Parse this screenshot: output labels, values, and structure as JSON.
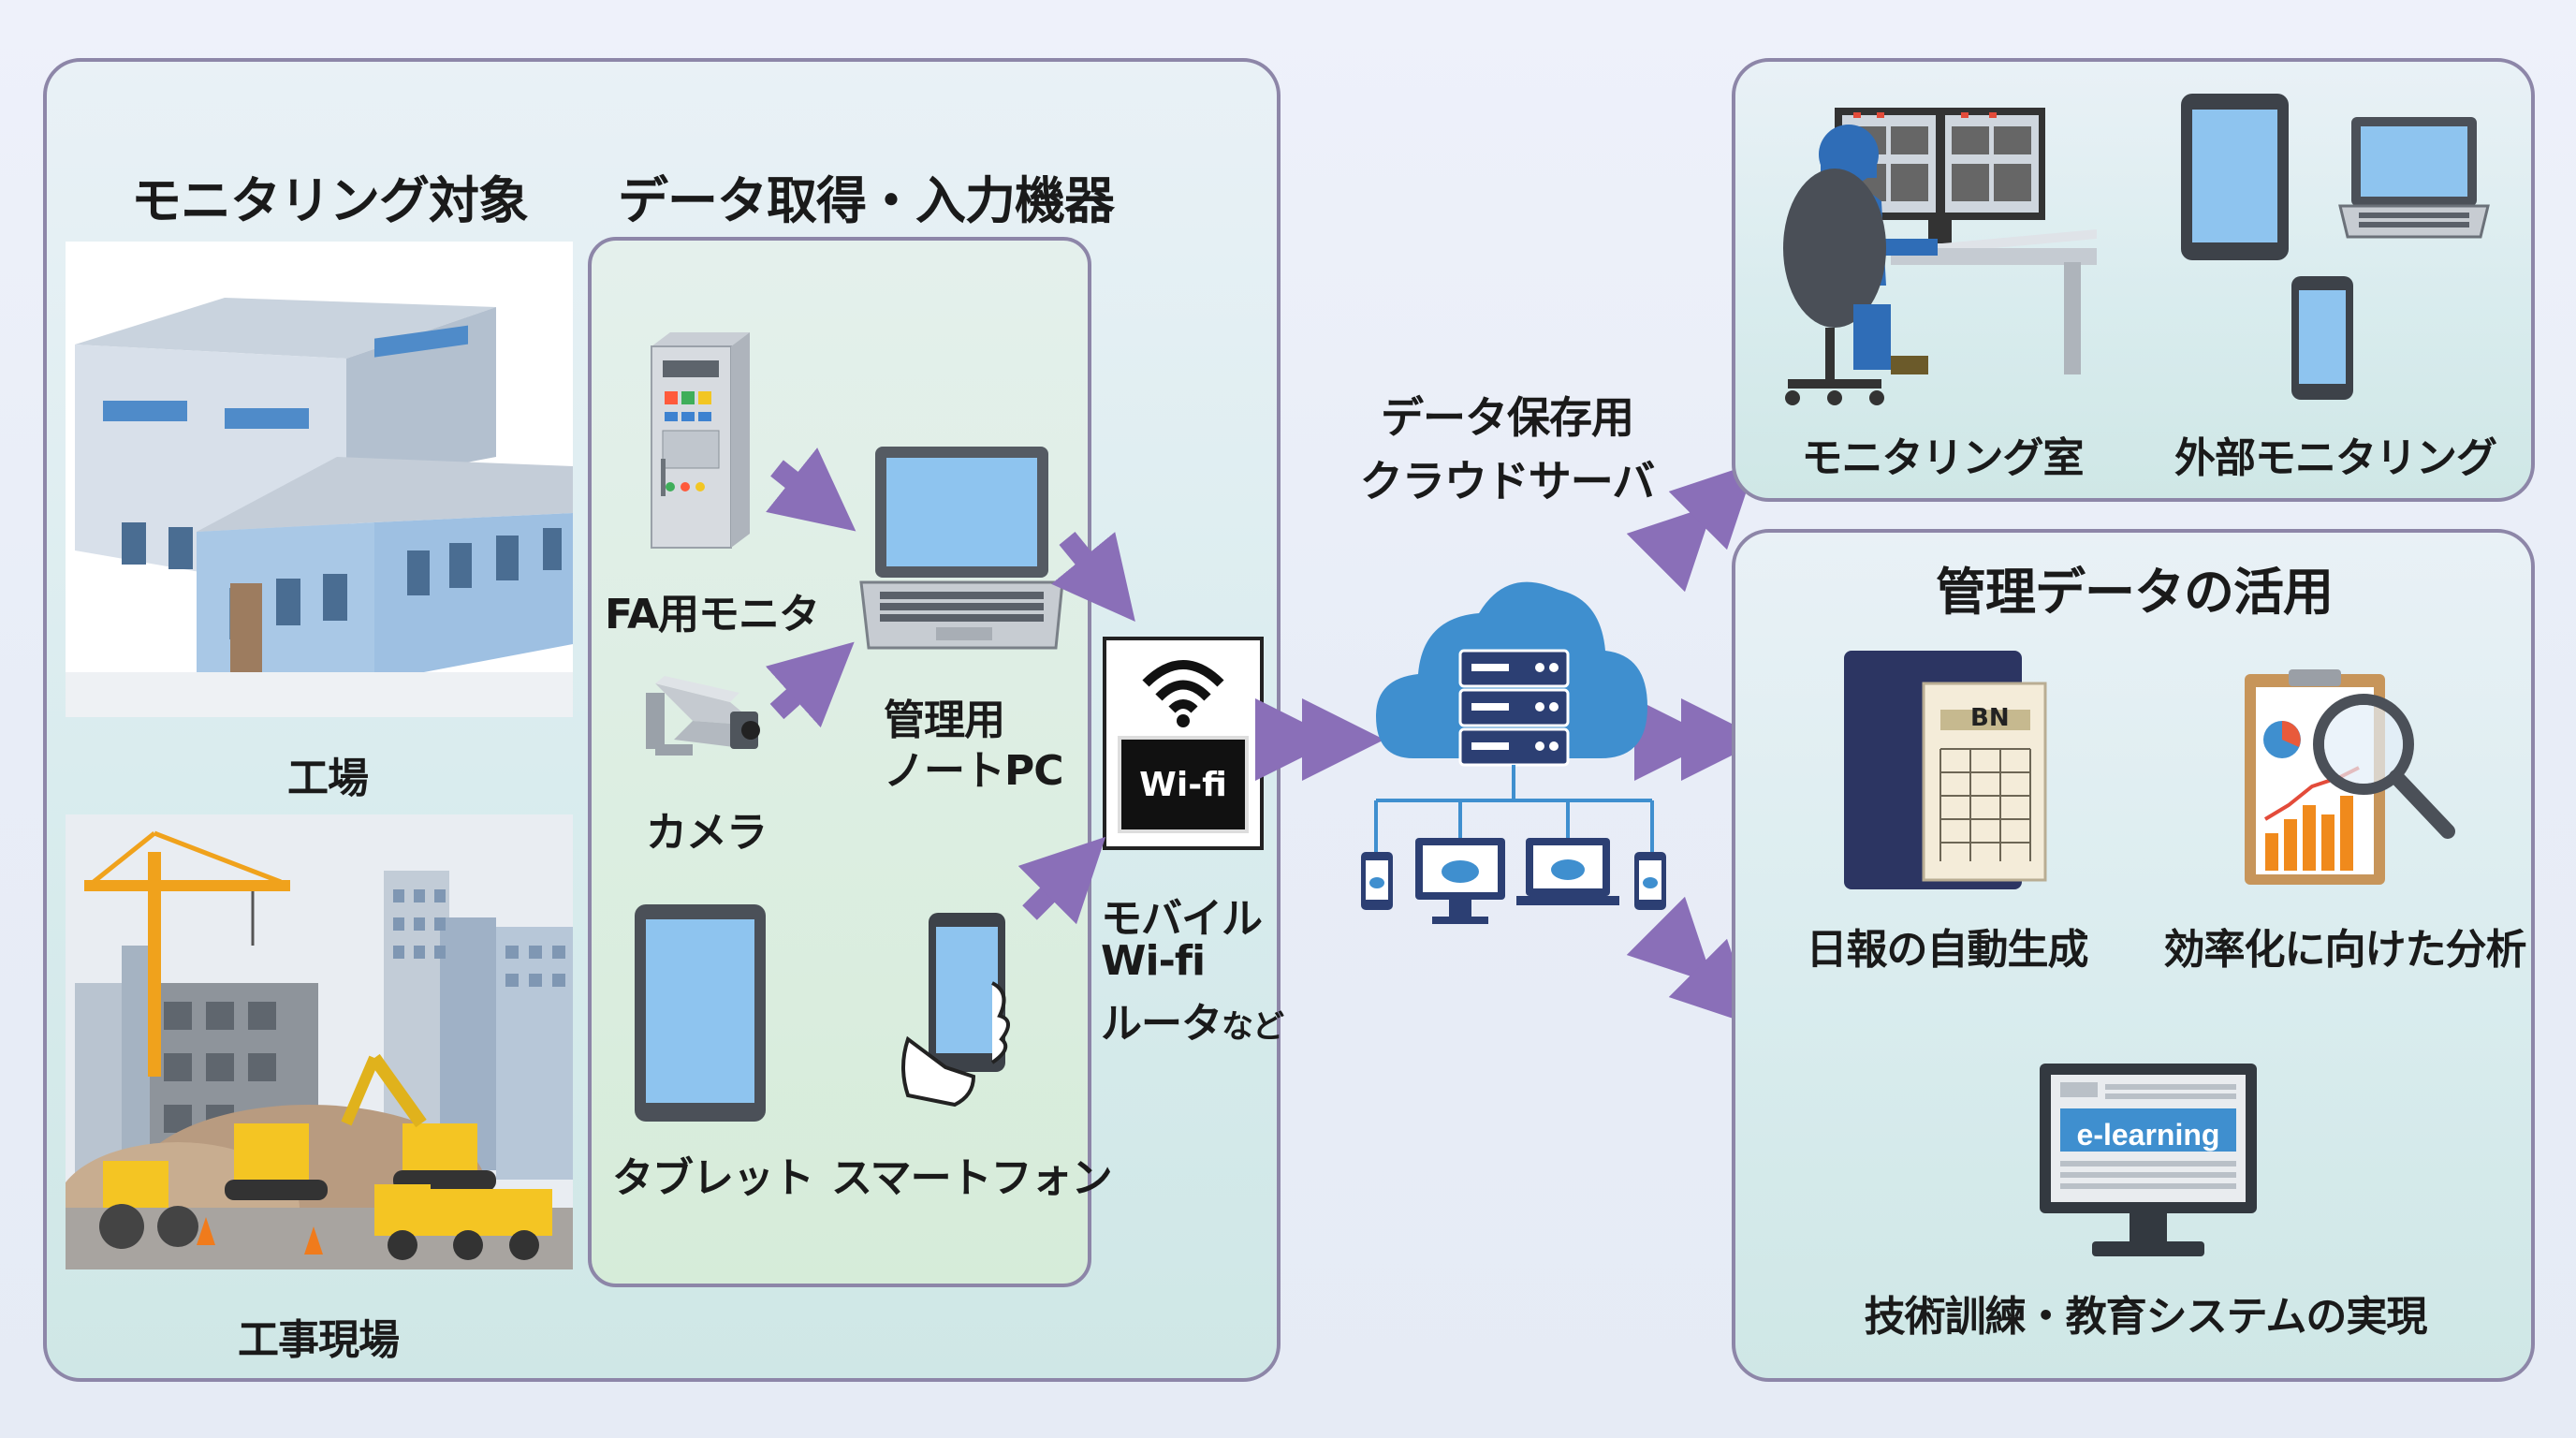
{
  "left_panel": {
    "targets_title": "モニタリング対象",
    "devices_title": "データ取得・入力機器",
    "factory_label": "工場",
    "construction_label": "工事現場",
    "fa_monitor_label": "FA用モニタ",
    "laptop_label_line1": "管理用",
    "laptop_label_line2": "ノートPC",
    "camera_label": "カメラ",
    "tablet_label": "タブレット",
    "smartphone_label": "スマートフォン",
    "router_badge": "Wi-fi",
    "router_label_line1": "モバイル",
    "router_label_line2": "Wi-fi",
    "router_label_line3": "ルータ",
    "router_label_suffix": "など"
  },
  "cloud": {
    "title_line1": "データ保存用",
    "title_line2": "クラウドサーバ"
  },
  "monitoring_panel": {
    "room_label": "モニタリング室",
    "external_label": "外部モニタリング"
  },
  "usage_panel": {
    "title": "管理データの活用",
    "daily_report_label": "日報の自動生成",
    "analysis_label": "効率化に向けた分析",
    "education_label": "技術訓練・教育システムの実現",
    "report_badge": "BN",
    "elearning_badge": "e-learning"
  },
  "colors": {
    "arrow": "#8a6fb8",
    "panel_border": "#8d86a8",
    "cloud_blue": "#3f8fcf",
    "server_navy": "#2c3f73"
  }
}
